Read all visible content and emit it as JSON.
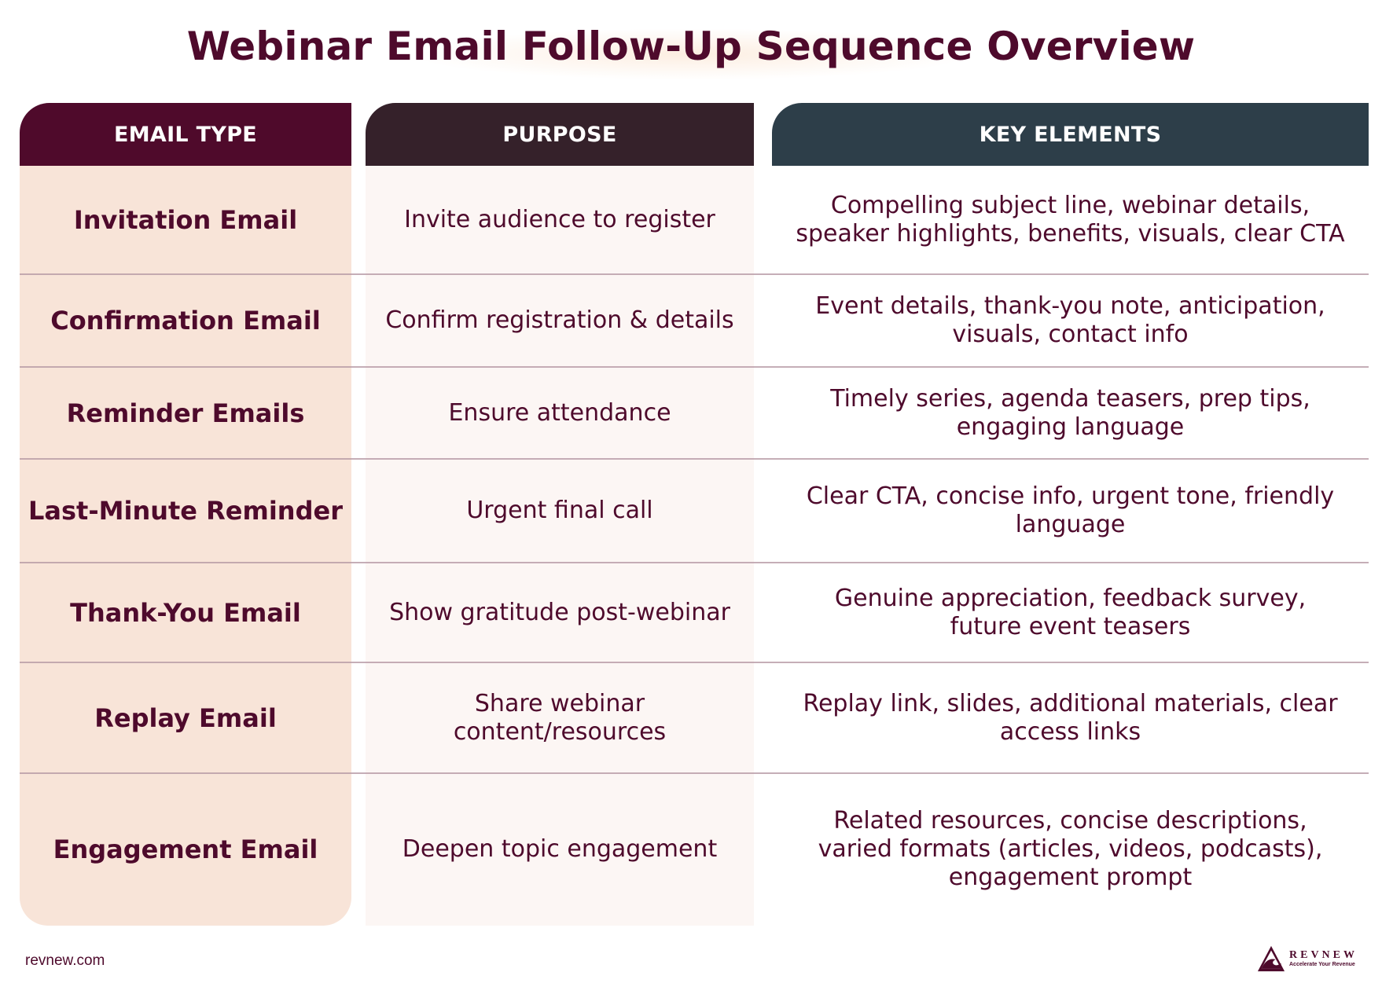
{
  "title": "Webinar Email Follow-Up Sequence Overview",
  "colors": {
    "accent": "#4e0a2c",
    "header_email_type": "#4f0a2b",
    "header_purpose": "#35212a",
    "header_key_elements": "#2d3e49",
    "email_type_column_bg": "#f8e4d8",
    "purpose_column_bg": "#fcf6f4"
  },
  "table": {
    "headers": [
      "EMAIL TYPE",
      "PURPOSE",
      "KEY ELEMENTS"
    ],
    "rows": [
      {
        "email_type": "Invitation Email",
        "purpose": "Invite audience to register",
        "key_elements": "Compelling subject line, webinar details, speaker highlights, benefits, visuals, clear CTA"
      },
      {
        "email_type": "Confirmation Email",
        "purpose": "Confirm registration & details",
        "key_elements": "Event details, thank-you note, anticipation, visuals, contact info"
      },
      {
        "email_type": "Reminder Emails",
        "purpose": "Ensure attendance",
        "key_elements": "Timely series, agenda teasers, prep tips, engaging language"
      },
      {
        "email_type": "Last-Minute Reminder",
        "purpose": "Urgent final call",
        "key_elements": "Clear CTA, concise info, urgent tone, friendly language"
      },
      {
        "email_type": "Thank-You Email",
        "purpose": "Show gratitude post-webinar",
        "key_elements": "Genuine appreciation, feedback survey, future event teasers"
      },
      {
        "email_type": "Replay Email",
        "purpose": "Share webinar content/resources",
        "key_elements": "Replay link, slides, additional materials, clear access links"
      },
      {
        "email_type": "Engagement Email",
        "purpose": "Deepen topic engagement",
        "key_elements": "Related resources, concise descriptions, varied formats (articles, videos, podcasts), engagement prompt"
      }
    ]
  },
  "footer": {
    "website": "revnew.com",
    "logo_name": "REVNEW",
    "logo_tagline": "Accelerate Your Revenue",
    "logo_icon": "triangle-wave-icon"
  }
}
